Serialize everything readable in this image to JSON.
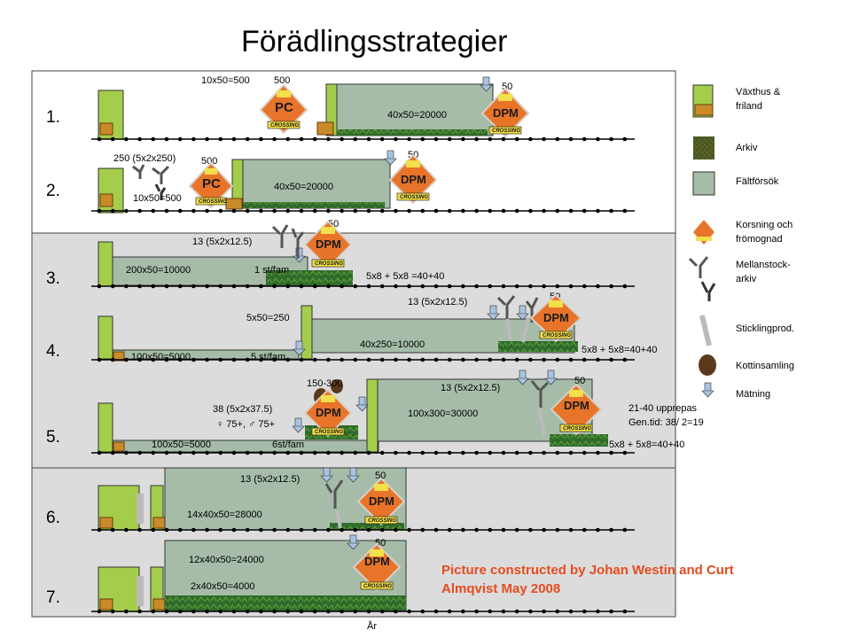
{
  "title": "Förädlingsstrategier",
  "x_axis_label": "År",
  "credit": {
    "line1": "Picture constructed by Johan Westin and Curt",
    "line2": "Almqvist May 2008"
  },
  "rows": [
    {
      "number": "1."
    },
    {
      "number": "2."
    },
    {
      "number": "3."
    },
    {
      "number": "4."
    },
    {
      "number": "5."
    },
    {
      "number": "6."
    },
    {
      "number": "7."
    }
  ],
  "row_labels": {
    "r1": [
      "10x50=500",
      "500",
      "50",
      "40x50=20000"
    ],
    "r2": [
      "250  (5x2x250)",
      "500",
      "10x50=500",
      "40x50=20000",
      "50"
    ],
    "r3": [
      "50",
      "13 (5x2x12.5)",
      "200x50=10000",
      "1 st/fam",
      "5x8 + 5x8 =40+40"
    ],
    "r4": [
      "13 (5x2x12.5)",
      "50",
      "5x50=250",
      "40x250=10000",
      "100x50=5000",
      "5 st/fam",
      "5x8 + 5x8=40+40"
    ],
    "r5": [
      "150-300",
      "13 (5x2x12.5)",
      "50",
      "38 (5x2x37.5)",
      "100x300=30000",
      "♀ 75+, ♂ 75+",
      "21-40 upprepas",
      "Gen.tid: 38/ 2=19",
      "100x50=5000",
      "6st/fam",
      "5x8 + 5x8=40+40"
    ],
    "r6": [
      "13 (5x2x12.5)",
      "50",
      "14x40x50=28000"
    ],
    "r7": [
      "50",
      "12x40x50=24000",
      "2x40x50=4000"
    ]
  },
  "signs": {
    "dpm": "DPM",
    "pc": "PC",
    "crossing": "CROSSING"
  },
  "legend": [
    {
      "icon": "greenhouse-icon",
      "label": "Växthus &",
      "label2": "friland"
    },
    {
      "icon": "archive-icon",
      "label": "Arkiv",
      "label2": ""
    },
    {
      "icon": "field-trial-icon",
      "label": "Fältförsök",
      "label2": ""
    },
    {
      "icon": "crossing-sign-icon",
      "label": "Korsning och",
      "label2": "frömognad"
    },
    {
      "icon": "seedling-archive-icon",
      "label": "Mellanstock-",
      "label2": "arkiv"
    },
    {
      "icon": "cutting-icon",
      "label": "Sticklingprod.",
      "label2": ""
    },
    {
      "icon": "cone-icon",
      "label": "Kottinsamling",
      "label2": ""
    },
    {
      "icon": "measurement-icon",
      "label": "Mätning",
      "label2": ""
    }
  ],
  "colors": {
    "greenhouse": "#a3cd4b",
    "field": "#a6bca8",
    "band": "#dcdcdc",
    "forest": "#2f6b2a",
    "sign_orange": "#e8742a",
    "sign_yellow": "#f4e04a",
    "arrow": "#a8c4e2",
    "credit": "#e64b1e"
  }
}
